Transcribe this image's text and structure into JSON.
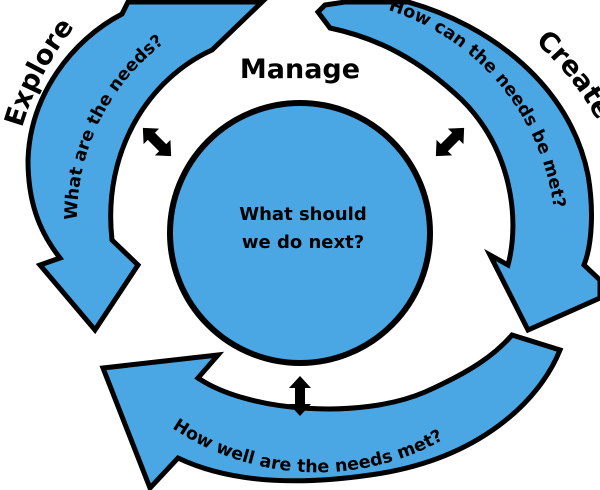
{
  "diagram": {
    "phases": {
      "explore": "Explore",
      "create": "Create",
      "manage": "Manage"
    },
    "questions": {
      "explore": "What are the needs?",
      "create": "How can the needs be met?",
      "evaluate": "How well are the needs met?"
    },
    "hub": {
      "line1": "What should",
      "line2": "we do next?"
    },
    "colors": {
      "fill": "#4aa7e3",
      "stroke": "#000000"
    }
  }
}
